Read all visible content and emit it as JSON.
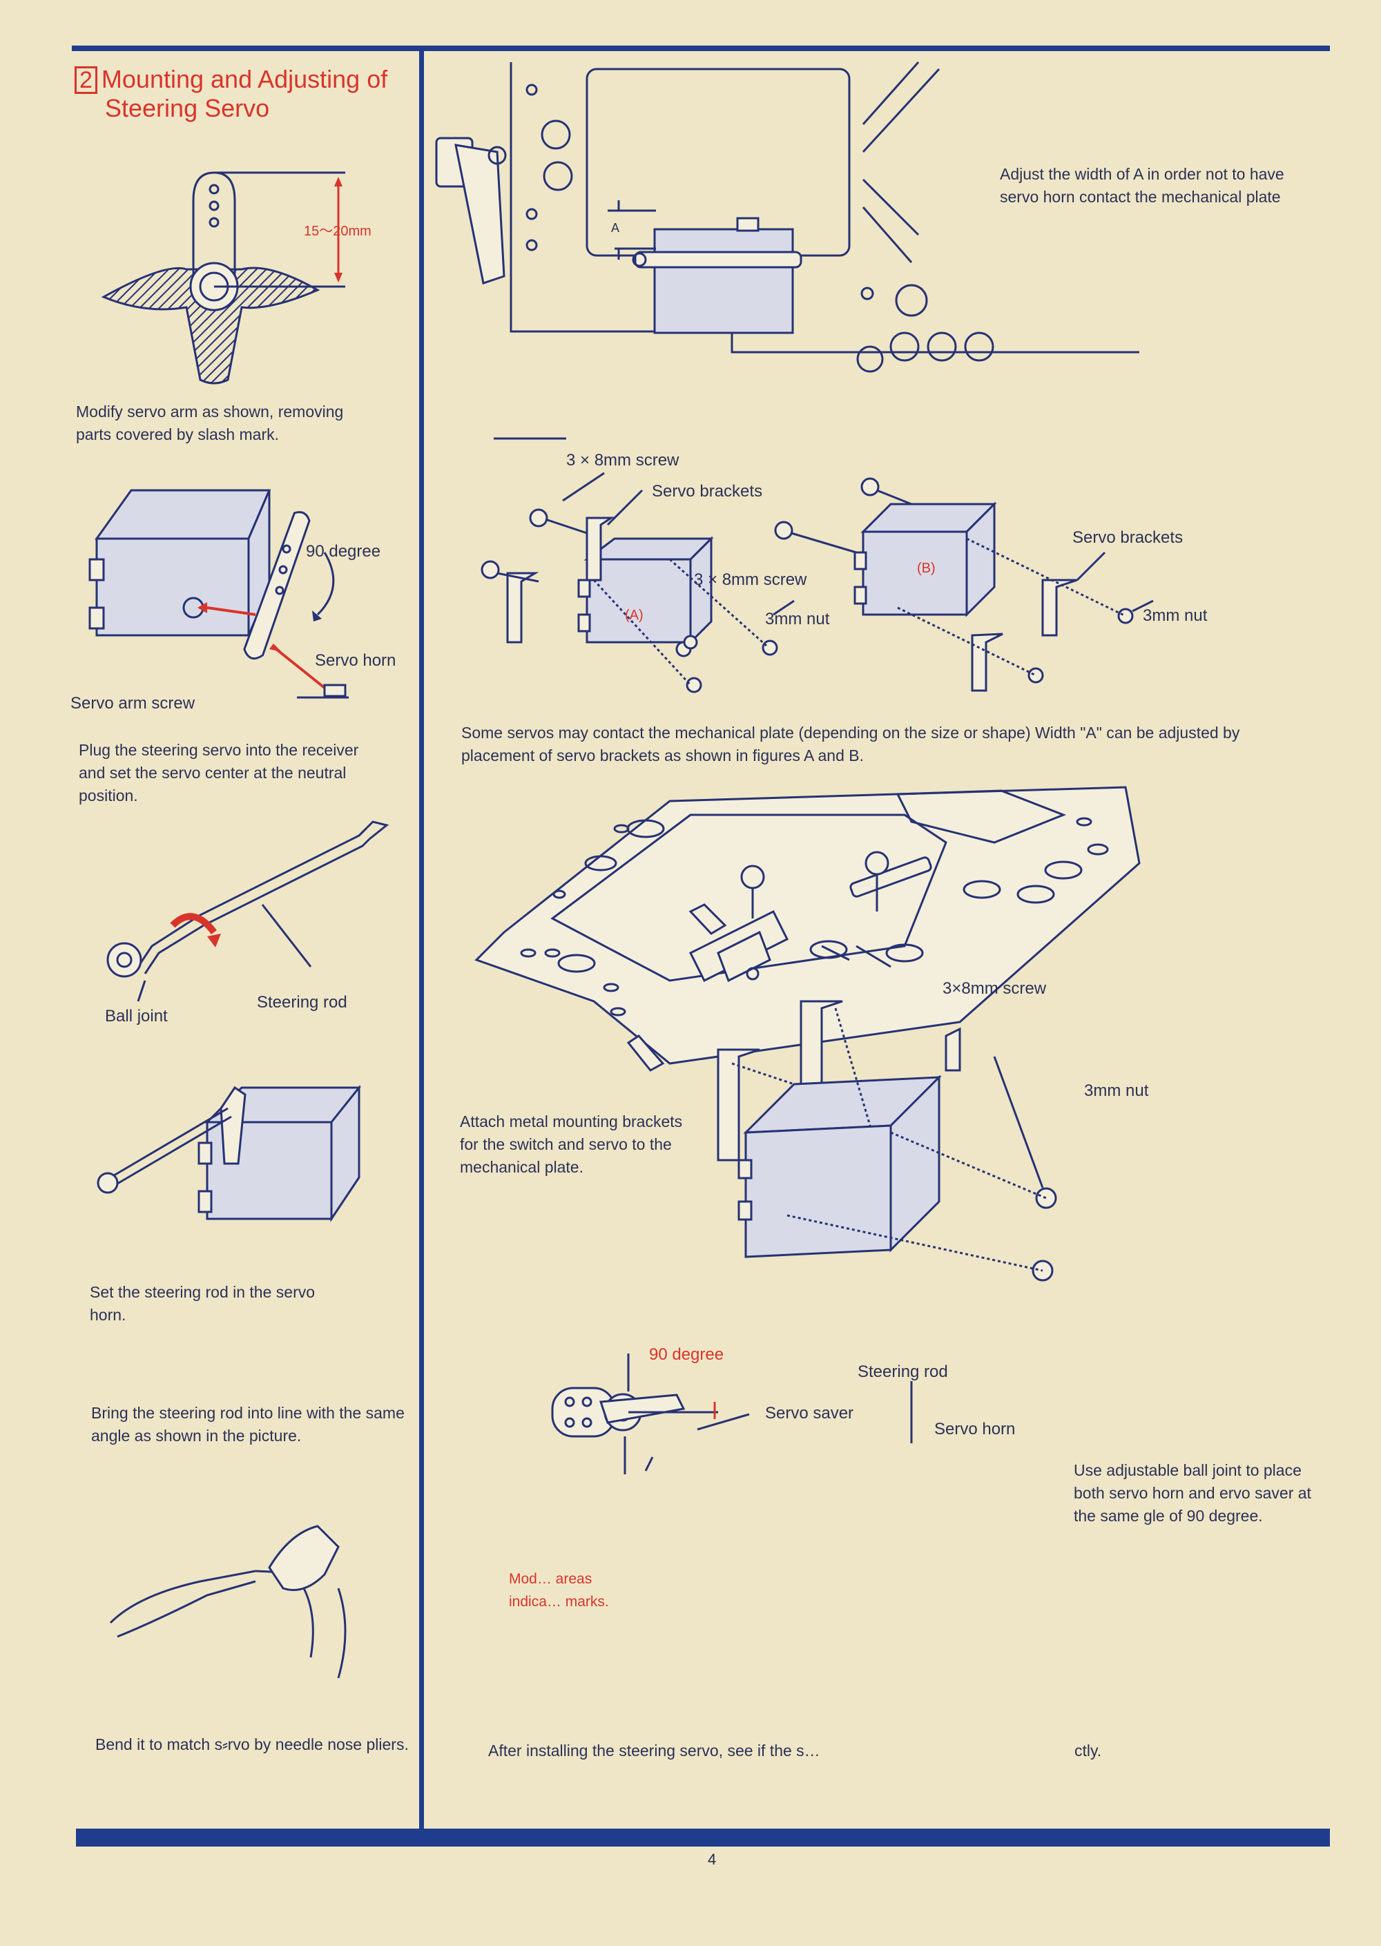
{
  "section": {
    "number": "2",
    "title_line1": "Mounting and Adjusting of",
    "title_line2": "Steering Servo"
  },
  "dimension_label": "15～20mm",
  "left_column": {
    "modify_arm": "Modify servo arm as shown, removing parts covered by slash mark.",
    "degree_label": "90 degree",
    "servo_horn": "Servo horn",
    "servo_arm_screw": "Servo arm screw",
    "plug_servo": "Plug the steering servo into the receiver and set the servo center at the neutral position.",
    "ball_joint": "Ball joint",
    "steering_rod": "Steering rod",
    "set_rod": "Set the steering rod in the servo horn.",
    "bring_rod": "Bring the steering rod into line with the same angle as shown in the picture.",
    "bend_rod": "Bend it to match s⸗rvo by needle nose pliers."
  },
  "right_column": {
    "letter_a": "A",
    "adjust_width": "Adjust the width of A in order not to have servo horn contact the mechanical plate",
    "screw_a": "3 × 8mm screw",
    "brackets_a": "Servo brackets",
    "screw_b": "3 × 8mm screw",
    "nut_a": "3mm nut",
    "brackets_b": "Servo brackets",
    "nut_b": "3mm nut",
    "tag_a": "(A)",
    "tag_b": "(B)",
    "some_servos": "Some servos may contact the ⁠mechanical plate (depending on the size or shape) Width \"A\" can be adjusted by placement of servo brackets as shown in figures A and B.",
    "screw_c": "3×8mm screw",
    "nut_c": "3mm nut",
    "attach_brackets": "Attach metal mounting brackets for the switch and servo to the mechanical plate.",
    "degree_red": "90 degree",
    "steering_rod": "Steering rod",
    "servo_saver": "Servo saver",
    "servo_horn": "Servo horn",
    "use_ball_joint": "Use adjustable ball joint to place both servo horn and ervo saver at the same gle of 90 degree.",
    "modify_partial": "Mod… areas indica… marks.",
    "after_installing": "After installing the steering servo, see if the s…",
    "after_tail": "ctly."
  },
  "page_number": "4"
}
